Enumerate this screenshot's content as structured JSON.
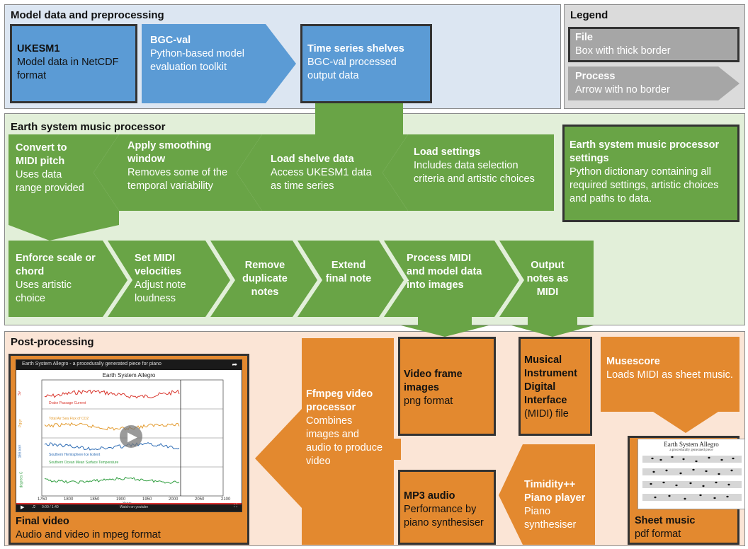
{
  "colors": {
    "model_bg": "#dce6f2",
    "blue": "#5b9bd5",
    "legend_bg": "#dbdbdb",
    "gray": "#a6a6a6",
    "processor_bg": "#e2efd9",
    "green": "#69a446",
    "post_bg": "#fbe5d6",
    "orange": "#e3892f"
  },
  "model": {
    "title": "Model data and preprocessing",
    "ukesm1": {
      "title": "UKESM1",
      "desc": "Model data in NetCDF format"
    },
    "bgcval": {
      "title": "BGC-val",
      "desc": "Python-based model evaluation toolkit"
    },
    "shelves": {
      "title": "Time series shelves",
      "desc": "BGC-val processed output data"
    }
  },
  "legend": {
    "title": "Legend",
    "file": {
      "title": "File",
      "desc": "Box with thick border"
    },
    "process": {
      "title": "Process",
      "desc": "Arrow with no border"
    }
  },
  "processor": {
    "title": "Earth system music processor",
    "settings_file": {
      "title": "Earth system music processor settings",
      "desc": "Python dictionary containing all required settings, artistic choices and paths to data."
    },
    "load_settings": {
      "title": "Load settings",
      "desc": "Includes data selection criteria and artistic choices"
    },
    "load_shelve": {
      "title": "Load shelve data",
      "desc": "Access UKESM1 data as time series"
    },
    "smoothing": {
      "title": "Apply smoothing window",
      "desc": "Removes some of the temporal variability"
    },
    "midi_pitch": {
      "title": "Convert to MIDI pitch",
      "desc": "Uses data range provided"
    },
    "scale": {
      "title": "Enforce scale or chord",
      "desc": "Uses artistic choice"
    },
    "velocities": {
      "title": "Set MIDI velocities",
      "desc": "Adjust note loudness"
    },
    "duplicates": {
      "title": "Remove duplicate notes"
    },
    "extend": {
      "title": "Extend final note"
    },
    "process_midi": {
      "title": "Process MIDI and model data into images"
    },
    "output_notes": {
      "title": "Output notes as MIDI"
    }
  },
  "post": {
    "title": "Post-processing",
    "final_video": {
      "title": "Final video",
      "desc": "Audio and video in mpeg format"
    },
    "ffmpeg": {
      "title": "Ffmpeg video processor",
      "desc": "Combines images and audio to produce video"
    },
    "frames": {
      "title": "Video frame images",
      "desc": "png format"
    },
    "midi_file": {
      "title": "Musical Instrument Digital Interface",
      "desc": "(MIDI) file"
    },
    "musescore": {
      "title": "Musescore",
      "desc": "Loads MIDI as sheet music."
    },
    "mp3": {
      "title": "MP3 audio",
      "desc": "Performance by piano synthesiser"
    },
    "timidity": {
      "title": "Timidity++ Piano player",
      "desc": "Piano synthesiser"
    },
    "sheet": {
      "title": "Sheet music",
      "desc": "pdf format"
    }
  },
  "video_thumb": {
    "header": "Earth System Allegro - a procedurally generated piece for piano",
    "chart_title": "Earth System Allegro",
    "series": [
      "Drake Passage Current",
      "Total Air Sea Flux of CO2",
      "Southern Hemisphere Ice Extent",
      "Southern Ocean Mean Surface Temperature"
    ],
    "ylabels": [
      "Sv",
      "Pg/yr",
      "1E6 km²",
      "degrees C"
    ],
    "xticks": [
      "1750",
      "1800",
      "1850",
      "1900",
      "1950",
      "2000",
      "2050",
      "2100"
    ],
    "xlabel": "Years",
    "time": "0:00 / 1:40",
    "footer": "Watch on youtube"
  },
  "sheet_thumb": {
    "title": "Earth System Allegro",
    "subtitle": "a procedurally generated piece"
  }
}
